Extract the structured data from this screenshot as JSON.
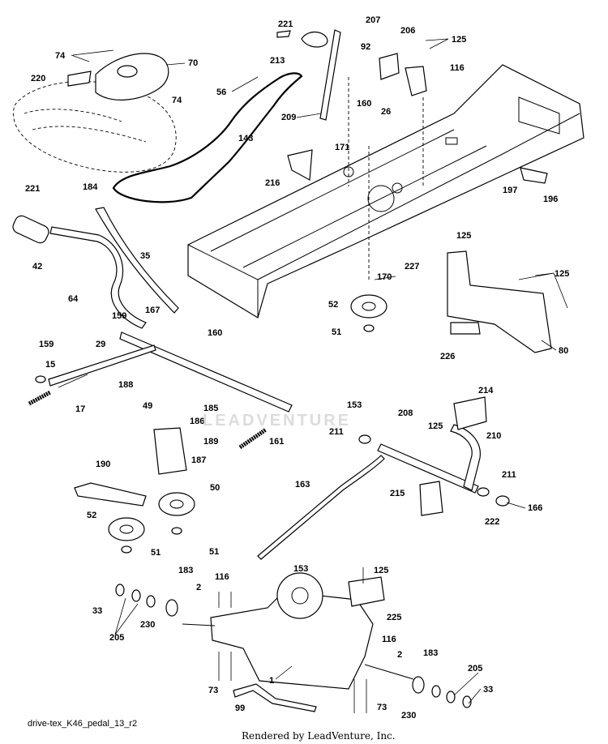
{
  "diagram": {
    "file_label": "drive-tex_K46_pedal_13_r2",
    "credit": "Rendered by LeadVenture, Inc.",
    "watermark": "LEADVENTURE",
    "callouts": [
      {
        "id": "221a",
        "text": "221"
      },
      {
        "id": "207",
        "text": "207"
      },
      {
        "id": "206",
        "text": "206"
      },
      {
        "id": "125a",
        "text": "125"
      },
      {
        "id": "74a",
        "text": "74"
      },
      {
        "id": "70",
        "text": "70"
      },
      {
        "id": "213",
        "text": "213"
      },
      {
        "id": "92",
        "text": "92"
      },
      {
        "id": "116a",
        "text": "116"
      },
      {
        "id": "220",
        "text": "220"
      },
      {
        "id": "74b",
        "text": "74"
      },
      {
        "id": "56",
        "text": "56"
      },
      {
        "id": "160a",
        "text": "160"
      },
      {
        "id": "26",
        "text": "26"
      },
      {
        "id": "209",
        "text": "209"
      },
      {
        "id": "143",
        "text": "143"
      },
      {
        "id": "171",
        "text": "171"
      },
      {
        "id": "216",
        "text": "216"
      },
      {
        "id": "197",
        "text": "197"
      },
      {
        "id": "196",
        "text": "196"
      },
      {
        "id": "221b",
        "text": "221"
      },
      {
        "id": "184",
        "text": "184"
      },
      {
        "id": "42",
        "text": "42"
      },
      {
        "id": "35",
        "text": "35"
      },
      {
        "id": "125b",
        "text": "125"
      },
      {
        "id": "227",
        "text": "227"
      },
      {
        "id": "125c",
        "text": "125"
      },
      {
        "id": "170",
        "text": "170"
      },
      {
        "id": "64",
        "text": "64"
      },
      {
        "id": "159a",
        "text": "159"
      },
      {
        "id": "167",
        "text": "167"
      },
      {
        "id": "52a",
        "text": "52"
      },
      {
        "id": "51a",
        "text": "51"
      },
      {
        "id": "160b",
        "text": "160"
      },
      {
        "id": "159b",
        "text": "159"
      },
      {
        "id": "29",
        "text": "29"
      },
      {
        "id": "226",
        "text": "226"
      },
      {
        "id": "80",
        "text": "80"
      },
      {
        "id": "15",
        "text": "15"
      },
      {
        "id": "188",
        "text": "188"
      },
      {
        "id": "17",
        "text": "17"
      },
      {
        "id": "214",
        "text": "214"
      },
      {
        "id": "49",
        "text": "49"
      },
      {
        "id": "185",
        "text": "185"
      },
      {
        "id": "153a",
        "text": "153"
      },
      {
        "id": "208",
        "text": "208"
      },
      {
        "id": "186",
        "text": "186"
      },
      {
        "id": "125d",
        "text": "125"
      },
      {
        "id": "211a",
        "text": "211"
      },
      {
        "id": "210",
        "text": "210"
      },
      {
        "id": "189",
        "text": "189"
      },
      {
        "id": "161",
        "text": "161"
      },
      {
        "id": "187",
        "text": "187"
      },
      {
        "id": "190",
        "text": "190"
      },
      {
        "id": "163",
        "text": "163"
      },
      {
        "id": "50",
        "text": "50"
      },
      {
        "id": "211b",
        "text": "211"
      },
      {
        "id": "215",
        "text": "215"
      },
      {
        "id": "166",
        "text": "166"
      },
      {
        "id": "222",
        "text": "222"
      },
      {
        "id": "52b",
        "text": "52"
      },
      {
        "id": "51b",
        "text": "51"
      },
      {
        "id": "51c",
        "text": "51"
      },
      {
        "id": "153b",
        "text": "153"
      },
      {
        "id": "125e",
        "text": "125"
      },
      {
        "id": "183a",
        "text": "183"
      },
      {
        "id": "116b",
        "text": "116"
      },
      {
        "id": "2a",
        "text": "2"
      },
      {
        "id": "225",
        "text": "225"
      },
      {
        "id": "33a",
        "text": "33"
      },
      {
        "id": "205a",
        "text": "205"
      },
      {
        "id": "230a",
        "text": "230"
      },
      {
        "id": "116c",
        "text": "116"
      },
      {
        "id": "2b",
        "text": "2"
      },
      {
        "id": "183b",
        "text": "183"
      },
      {
        "id": "1",
        "text": "1"
      },
      {
        "id": "205b",
        "text": "205"
      },
      {
        "id": "73a",
        "text": "73"
      },
      {
        "id": "33b",
        "text": "33"
      },
      {
        "id": "73b",
        "text": "73"
      },
      {
        "id": "99",
        "text": "99"
      },
      {
        "id": "230b",
        "text": "230"
      }
    ]
  }
}
